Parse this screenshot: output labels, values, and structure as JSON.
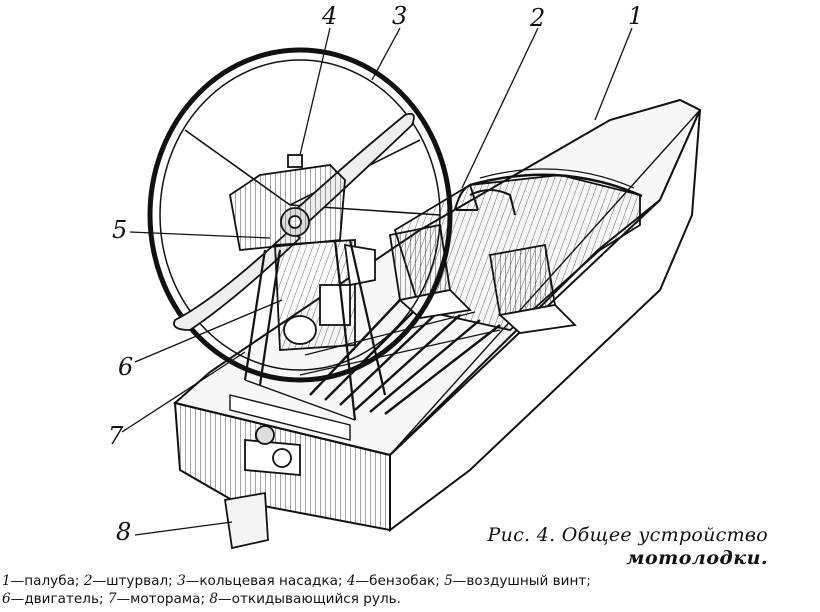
{
  "figure": {
    "callouts": [
      {
        "id": "1",
        "text": "1"
      },
      {
        "id": "2",
        "text": "2"
      },
      {
        "id": "3",
        "text": "3"
      },
      {
        "id": "4",
        "text": "4"
      },
      {
        "id": "5",
        "text": "5"
      },
      {
        "id": "6",
        "text": "6"
      },
      {
        "id": "7",
        "text": "7"
      },
      {
        "id": "8",
        "text": "8"
      }
    ],
    "caption_line1": "Рис. 4. Общее устройство",
    "caption_line2": "мотолодки.",
    "legend": [
      {
        "num": "1",
        "text": "—палуба;"
      },
      {
        "num": "2",
        "text": "—штурвал;"
      },
      {
        "num": "3",
        "text": "—кольцевая насадка;"
      },
      {
        "num": "4",
        "text": "—бензобак;"
      },
      {
        "num": "5",
        "text": "—воздушный винт;"
      },
      {
        "num": "6",
        "text": "—двигатель;"
      },
      {
        "num": "7",
        "text": "—моторама;"
      },
      {
        "num": "8",
        "text": "—откидывающийся руль."
      }
    ]
  }
}
